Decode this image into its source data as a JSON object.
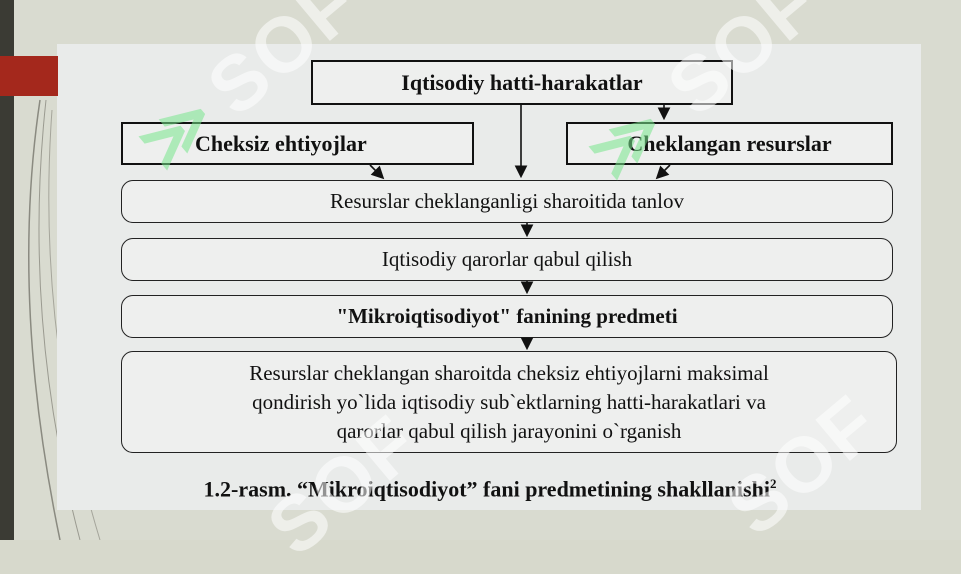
{
  "diagram": {
    "top": "Iqtisodiy hatti-harakatlar",
    "left": "Cheksiz ehtiyojlar",
    "right": "Cheklangan resurslar",
    "step1": "Resurslar cheklanganligi sharoitida tanlov",
    "step2": "Iqtisodiy qarorlar qabul qilish",
    "step3": "\"Mikroiqtisodiyot\" fanining predmeti",
    "step4_lines": [
      "Resurslar cheklangan sharoitda cheksiz ehtiyojlarni maksimal",
      "qondirish yo`lida iqtisodiy sub`ektlarning hatti-harakatlari va",
      "qarorlar qabul qilish jarayonini o`rganish"
    ]
  },
  "caption": {
    "text": "1.2-rasm. “Mikroiqtisodiyot” fani predmetining shakllanishi",
    "sup": "2"
  },
  "watermark": "SOF",
  "colors": {
    "accent_red": "#a4281c",
    "left_bar": "#3b3b34",
    "panel": "#e9ebea"
  }
}
